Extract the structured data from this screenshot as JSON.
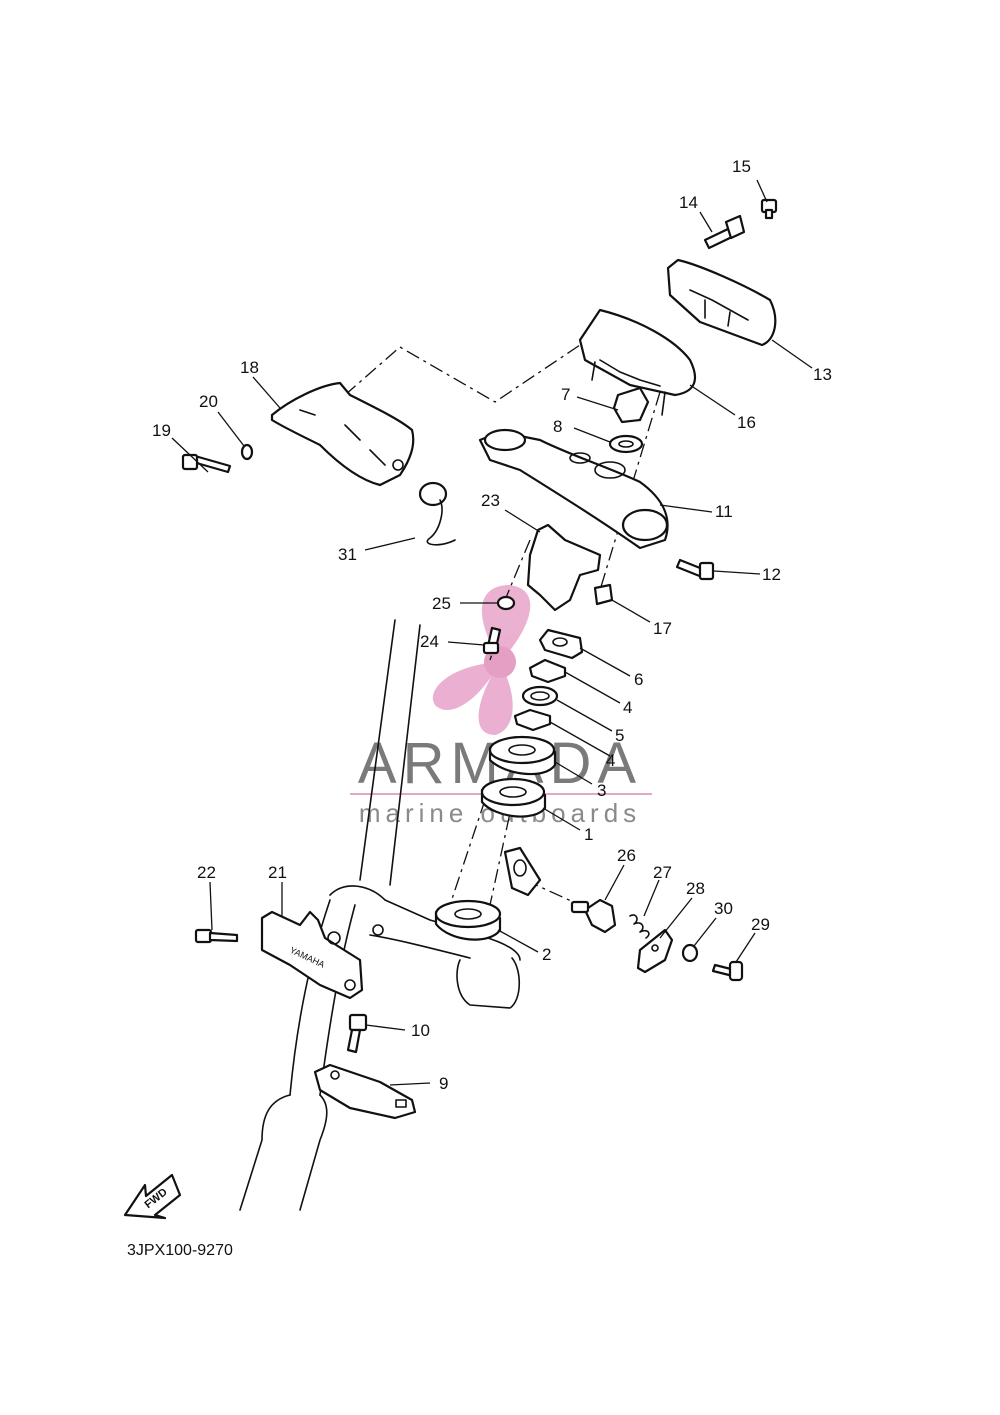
{
  "diagram_code": "3JPX100-9270",
  "watermark": {
    "title": "ARMADA",
    "subtitle": "marine outboards",
    "accent_color": "#e8a3c9",
    "rule_color": "#e6a6c8"
  },
  "fwd_label": "FWD",
  "brand_mark": "YAMAHA",
  "callouts": [
    "1",
    "2",
    "3",
    "4",
    "4",
    "5",
    "6",
    "7",
    "8",
    "9",
    "10",
    "11",
    "12",
    "13",
    "14",
    "15",
    "16",
    "17",
    "18",
    "19",
    "20",
    "21",
    "22",
    "23",
    "24",
    "25",
    "26",
    "27",
    "28",
    "29",
    "30",
    "31"
  ]
}
